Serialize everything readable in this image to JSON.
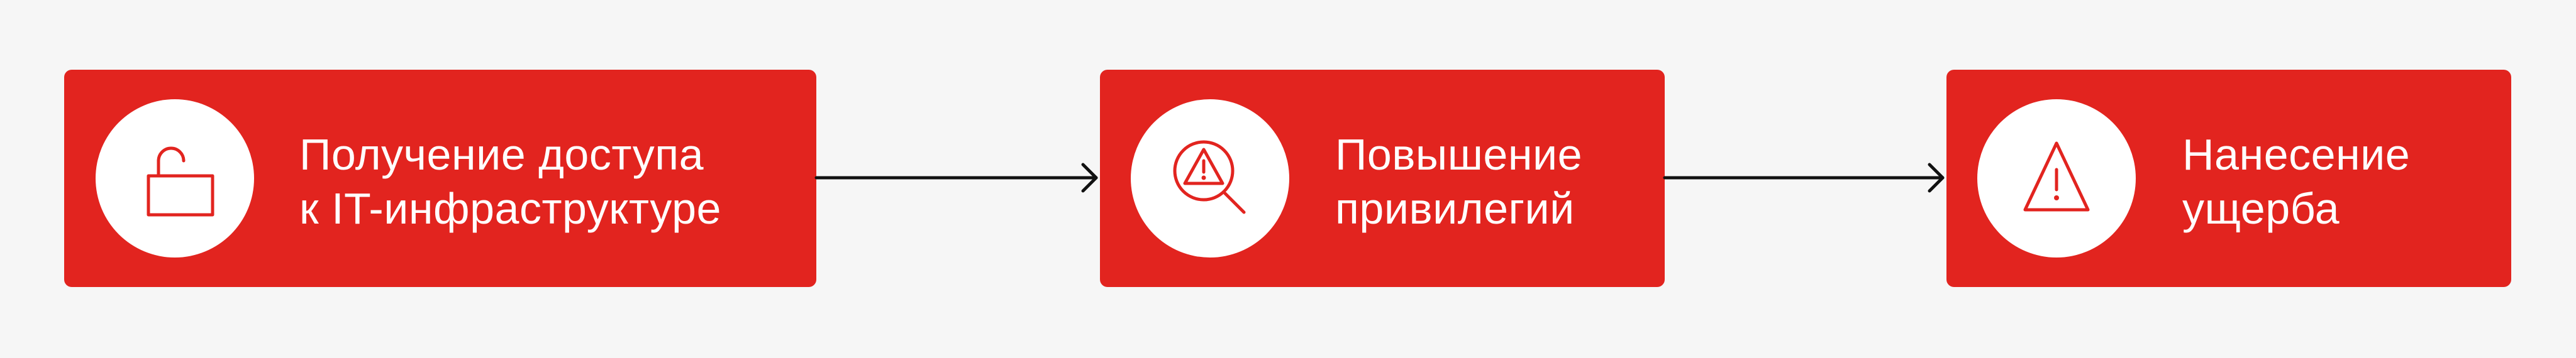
{
  "colors": {
    "background": "#f6f6f6",
    "box": "#e2241f",
    "icon": "#e2241f",
    "text": "#ffffff",
    "connector": "#111111"
  },
  "steps": [
    {
      "icon": "unlocked-padlock-icon",
      "line1": "Получение доступа",
      "line2": "к IT-инфраструктуре"
    },
    {
      "icon": "magnifier-warning-icon",
      "line1": "Повышение",
      "line2": "привилегий"
    },
    {
      "icon": "warning-triangle-icon",
      "line1": "Нанесение",
      "line2": "ущерба"
    }
  ]
}
